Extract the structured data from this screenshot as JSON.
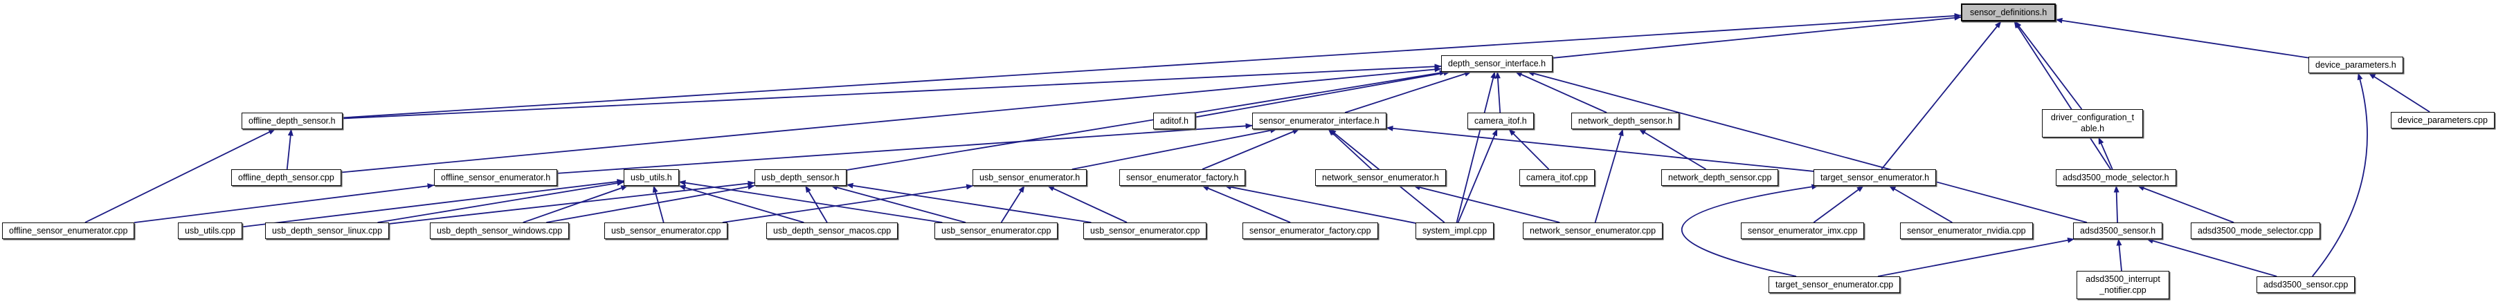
{
  "graph": {
    "kind": "doxygen-include-dependency-graph",
    "root_file": "sensor_definitions.h",
    "edge_color": "#1b1b84",
    "node_border_color": "#0b0b0b",
    "root_fill_color": "#bfbfbf",
    "nodes": [
      {
        "id": "sensor_definitions_h",
        "label": "sensor_definitions.h",
        "kind": "root"
      },
      {
        "id": "depth_sensor_interface_h",
        "label": "depth_sensor_interface.h",
        "kind": "header"
      },
      {
        "id": "device_parameters_h",
        "label": "device_parameters.h",
        "kind": "header"
      },
      {
        "id": "offline_depth_sensor_h",
        "label": "offline_depth_sensor.h",
        "kind": "header"
      },
      {
        "id": "aditof_h",
        "label": "aditof.h",
        "kind": "header"
      },
      {
        "id": "sensor_enumerator_interface_h",
        "label": "sensor_enumerator_interface.h",
        "kind": "header"
      },
      {
        "id": "camera_itof_h",
        "label": "camera_itof.h",
        "kind": "header"
      },
      {
        "id": "network_depth_sensor_h",
        "label": "network_depth_sensor.h",
        "kind": "header"
      },
      {
        "id": "driver_configuration_table_h",
        "label": "driver_configuration_table.h",
        "kind": "header"
      },
      {
        "id": "device_parameters_cpp",
        "label": "device_parameters.cpp",
        "kind": "source"
      },
      {
        "id": "offline_depth_sensor_cpp",
        "label": "offline_depth_sensor.cpp",
        "kind": "source"
      },
      {
        "id": "offline_sensor_enumerator_h",
        "label": "offline_sensor_enumerator.h",
        "kind": "header"
      },
      {
        "id": "usb_utils_h",
        "label": "usb_utils.h",
        "kind": "header"
      },
      {
        "id": "usb_depth_sensor_h",
        "label": "usb_depth_sensor.h",
        "kind": "header"
      },
      {
        "id": "usb_sensor_enumerator_h",
        "label": "usb_sensor_enumerator.h",
        "kind": "header"
      },
      {
        "id": "sensor_enumerator_factory_h",
        "label": "sensor_enumerator_factory.h",
        "kind": "header"
      },
      {
        "id": "network_sensor_enumerator_h",
        "label": "network_sensor_enumerator.h",
        "kind": "header"
      },
      {
        "id": "camera_itof_cpp",
        "label": "camera_itof.cpp",
        "kind": "source"
      },
      {
        "id": "network_depth_sensor_cpp",
        "label": "network_depth_sensor.cpp",
        "kind": "source"
      },
      {
        "id": "target_sensor_enumerator_h",
        "label": "target_sensor_enumerator.h",
        "kind": "header"
      },
      {
        "id": "adsd3500_mode_selector_h",
        "label": "adsd3500_mode_selector.h",
        "kind": "header"
      },
      {
        "id": "offline_sensor_enumerator_cpp",
        "label": "offline_sensor_enumerator.cpp",
        "kind": "source"
      },
      {
        "id": "usb_utils_cpp",
        "label": "usb_utils.cpp",
        "kind": "source"
      },
      {
        "id": "usb_depth_sensor_linux_cpp",
        "label": "usb_depth_sensor_linux.cpp",
        "kind": "source"
      },
      {
        "id": "usb_depth_sensor_windows_cpp",
        "label": "usb_depth_sensor_windows.cpp",
        "kind": "source"
      },
      {
        "id": "usb_sensor_enumerator_cpp_1",
        "label": "usb_sensor_enumerator.cpp",
        "kind": "source"
      },
      {
        "id": "usb_depth_sensor_macos_cpp",
        "label": "usb_depth_sensor_macos.cpp",
        "kind": "source"
      },
      {
        "id": "usb_sensor_enumerator_cpp_2",
        "label": "usb_sensor_enumerator.cpp",
        "kind": "source"
      },
      {
        "id": "usb_sensor_enumerator_cpp_3",
        "label": "usb_sensor_enumerator.cpp",
        "kind": "source"
      },
      {
        "id": "sensor_enumerator_factory_cpp",
        "label": "sensor_enumerator_factory.cpp",
        "kind": "source"
      },
      {
        "id": "system_impl_cpp",
        "label": "system_impl.cpp",
        "kind": "source"
      },
      {
        "id": "network_sensor_enumerator_cpp",
        "label": "network_sensor_enumerator.cpp",
        "kind": "source"
      },
      {
        "id": "sensor_enumerator_imx_cpp",
        "label": "sensor_enumerator_imx.cpp",
        "kind": "source"
      },
      {
        "id": "sensor_enumerator_nvidia_cpp",
        "label": "sensor_enumerator_nvidia.cpp",
        "kind": "source"
      },
      {
        "id": "adsd3500_sensor_h",
        "label": "adsd3500_sensor.h",
        "kind": "header"
      },
      {
        "id": "adsd3500_mode_selector_cpp",
        "label": "adsd3500_mode_selector.cpp",
        "kind": "source"
      },
      {
        "id": "target_sensor_enumerator_cpp",
        "label": "target_sensor_enumerator.cpp",
        "kind": "source"
      },
      {
        "id": "adsd3500_interrupt_notifier_cpp",
        "label": "adsd3500_interrupt_notifier.cpp",
        "kind": "source"
      },
      {
        "id": "adsd3500_sensor_cpp",
        "label": "adsd3500_sensor.cpp",
        "kind": "source"
      }
    ],
    "edges": [
      {
        "from": "depth_sensor_interface_h",
        "to": "sensor_definitions_h"
      },
      {
        "from": "offline_depth_sensor_h",
        "to": "sensor_definitions_h"
      },
      {
        "from": "driver_configuration_table_h",
        "to": "sensor_definitions_h"
      },
      {
        "from": "adsd3500_mode_selector_h",
        "to": "sensor_definitions_h"
      },
      {
        "from": "target_sensor_enumerator_h",
        "to": "sensor_definitions_h"
      },
      {
        "from": "device_parameters_h",
        "to": "sensor_definitions_h"
      },
      {
        "from": "offline_depth_sensor_h",
        "to": "depth_sensor_interface_h"
      },
      {
        "from": "offline_depth_sensor_cpp",
        "to": "depth_sensor_interface_h"
      },
      {
        "from": "aditof_h",
        "to": "depth_sensor_interface_h"
      },
      {
        "from": "sensor_enumerator_interface_h",
        "to": "depth_sensor_interface_h"
      },
      {
        "from": "camera_itof_h",
        "to": "depth_sensor_interface_h"
      },
      {
        "from": "network_depth_sensor_h",
        "to": "depth_sensor_interface_h"
      },
      {
        "from": "usb_depth_sensor_h",
        "to": "depth_sensor_interface_h"
      },
      {
        "from": "system_impl_cpp",
        "to": "depth_sensor_interface_h"
      },
      {
        "from": "adsd3500_sensor_h",
        "to": "depth_sensor_interface_h"
      },
      {
        "from": "device_parameters_cpp",
        "to": "device_parameters_h"
      },
      {
        "from": "adsd3500_sensor_cpp",
        "to": "device_parameters_h",
        "bend": [
          85,
          10
        ]
      },
      {
        "from": "offline_depth_sensor_cpp",
        "to": "offline_depth_sensor_h"
      },
      {
        "from": "offline_sensor_enumerator_cpp",
        "to": "offline_depth_sensor_h"
      },
      {
        "from": "offline_sensor_enumerator_h",
        "to": "sensor_enumerator_interface_h"
      },
      {
        "from": "usb_sensor_enumerator_h",
        "to": "sensor_enumerator_interface_h"
      },
      {
        "from": "sensor_enumerator_factory_h",
        "to": "sensor_enumerator_interface_h"
      },
      {
        "from": "network_sensor_enumerator_h",
        "to": "sensor_enumerator_interface_h"
      },
      {
        "from": "target_sensor_enumerator_h",
        "to": "sensor_enumerator_interface_h"
      },
      {
        "from": "system_impl_cpp",
        "to": "sensor_enumerator_interface_h"
      },
      {
        "from": "camera_itof_cpp",
        "to": "camera_itof_h"
      },
      {
        "from": "system_impl_cpp",
        "to": "camera_itof_h"
      },
      {
        "from": "network_depth_sensor_cpp",
        "to": "network_depth_sensor_h"
      },
      {
        "from": "network_sensor_enumerator_cpp",
        "to": "network_depth_sensor_h"
      },
      {
        "from": "adsd3500_mode_selector_h",
        "to": "driver_configuration_table_h"
      },
      {
        "from": "offline_sensor_enumerator_cpp",
        "to": "offline_sensor_enumerator_h"
      },
      {
        "from": "usb_utils_cpp",
        "to": "usb_utils_h"
      },
      {
        "from": "usb_depth_sensor_linux_cpp",
        "to": "usb_utils_h"
      },
      {
        "from": "usb_depth_sensor_windows_cpp",
        "to": "usb_utils_h"
      },
      {
        "from": "usb_depth_sensor_macos_cpp",
        "to": "usb_utils_h"
      },
      {
        "from": "usb_sensor_enumerator_cpp_1",
        "to": "usb_utils_h"
      },
      {
        "from": "usb_sensor_enumerator_cpp_2",
        "to": "usb_utils_h"
      },
      {
        "from": "usb_depth_sensor_linux_cpp",
        "to": "usb_depth_sensor_h"
      },
      {
        "from": "usb_depth_sensor_windows_cpp",
        "to": "usb_depth_sensor_h"
      },
      {
        "from": "usb_depth_sensor_macos_cpp",
        "to": "usb_depth_sensor_h"
      },
      {
        "from": "usb_sensor_enumerator_cpp_2",
        "to": "usb_depth_sensor_h"
      },
      {
        "from": "usb_sensor_enumerator_cpp_3",
        "to": "usb_depth_sensor_h"
      },
      {
        "from": "usb_sensor_enumerator_cpp_1",
        "to": "usb_sensor_enumerator_h"
      },
      {
        "from": "usb_sensor_enumerator_cpp_2",
        "to": "usb_sensor_enumerator_h"
      },
      {
        "from": "usb_sensor_enumerator_cpp_3",
        "to": "usb_sensor_enumerator_h"
      },
      {
        "from": "sensor_enumerator_factory_cpp",
        "to": "sensor_enumerator_factory_h"
      },
      {
        "from": "system_impl_cpp",
        "to": "sensor_enumerator_factory_h"
      },
      {
        "from": "network_sensor_enumerator_cpp",
        "to": "network_sensor_enumerator_h"
      },
      {
        "from": "sensor_enumerator_imx_cpp",
        "to": "target_sensor_enumerator_h"
      },
      {
        "from": "sensor_enumerator_nvidia_cpp",
        "to": "target_sensor_enumerator_h"
      },
      {
        "from": "target_sensor_enumerator_cpp",
        "to": "target_sensor_enumerator_h",
        "bend": [
          -430,
          -10
        ]
      },
      {
        "from": "adsd3500_sensor_h",
        "to": "adsd3500_mode_selector_h"
      },
      {
        "from": "adsd3500_mode_selector_cpp",
        "to": "adsd3500_mode_selector_h"
      },
      {
        "from": "adsd3500_interrupt_notifier_cpp",
        "to": "adsd3500_sensor_h"
      },
      {
        "from": "adsd3500_sensor_cpp",
        "to": "adsd3500_sensor_h"
      },
      {
        "from": "target_sensor_enumerator_cpp",
        "to": "adsd3500_sensor_h"
      }
    ]
  }
}
